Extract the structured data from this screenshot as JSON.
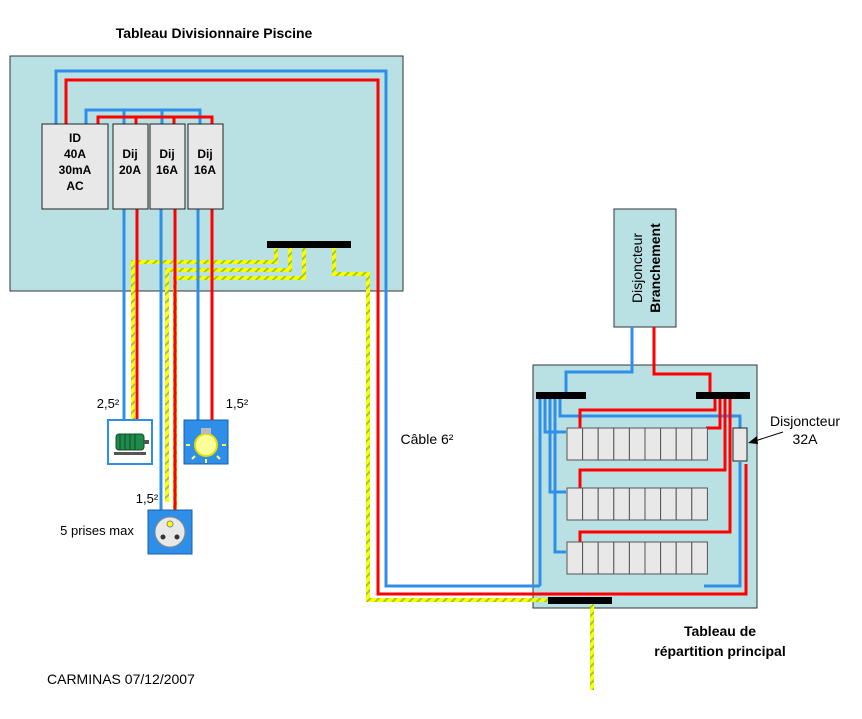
{
  "colors": {
    "panel_fill": "#b9e1e3",
    "phase": "#ff0000",
    "neutral": "#2f8fe8",
    "earth_yellow": "#ffff00",
    "earth_green": "#99cc33",
    "breaker_fill": "#e8e8e8",
    "bar": "#000000",
    "box_border": "#333333"
  },
  "pool_panel": {
    "title": "Tableau Divisionnaire Piscine",
    "id_breaker": {
      "lines": [
        "ID",
        "40A",
        "30mA",
        "AC"
      ]
    },
    "breakers": [
      {
        "lines": [
          "Dij",
          "20A"
        ]
      },
      {
        "lines": [
          "Dij",
          "16A"
        ]
      },
      {
        "lines": [
          "Dij",
          "16A"
        ]
      }
    ]
  },
  "main_panel": {
    "title_line1": "Tableau de",
    "title_line2": "répartition principal"
  },
  "disjoncteur_branchement": {
    "lines": [
      "Disjoncteur",
      "Branchement"
    ]
  },
  "disjoncteur_32": {
    "lines": [
      "Disjoncteur",
      "32A"
    ]
  },
  "loads": {
    "pump": {
      "label": "2,5²",
      "icon": "pump-motor-icon"
    },
    "light": {
      "label": "1,5²",
      "icon": "light-bulb-icon"
    },
    "socket": {
      "label": "1,5²",
      "icon": "socket-outlet-icon",
      "note": "5 prises max"
    }
  },
  "cable_label": "Câble 6²",
  "credit": "CARMINAS 07/12/2007"
}
